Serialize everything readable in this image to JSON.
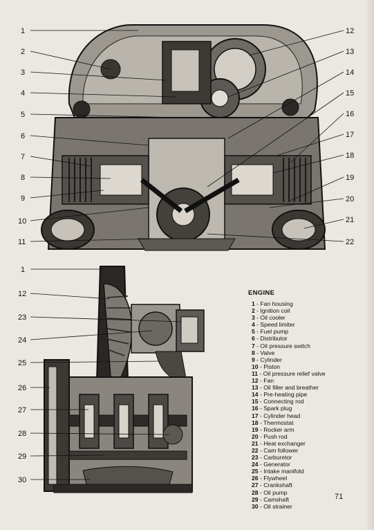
{
  "page_number": "71",
  "legend": {
    "title": "ENGINE",
    "items": [
      {
        "n": "1",
        "text": "Fan housing"
      },
      {
        "n": "2",
        "text": "Ignition coil"
      },
      {
        "n": "3",
        "text": "Oil cooler"
      },
      {
        "n": "4",
        "text": "Speed limiter"
      },
      {
        "n": "5",
        "text": "Fuel pump"
      },
      {
        "n": "6",
        "text": "Distributor"
      },
      {
        "n": "7",
        "text": "Oil pressure switch"
      },
      {
        "n": "8",
        "text": "Valve"
      },
      {
        "n": "9",
        "text": "Cylinder"
      },
      {
        "n": "10",
        "text": "Piston"
      },
      {
        "n": "11",
        "text": "Oil pressure relief valve"
      },
      {
        "n": "12",
        "text": "Fan"
      },
      {
        "n": "13",
        "text": "Oil filler and breather"
      },
      {
        "n": "14",
        "text": "Pre-heating pipe"
      },
      {
        "n": "15",
        "text": "Connecting rod"
      },
      {
        "n": "16",
        "text": "Spark plug"
      },
      {
        "n": "17",
        "text": "Cylinder head"
      },
      {
        "n": "18",
        "text": "Thermostat"
      },
      {
        "n": "19",
        "text": "Rocker arm"
      },
      {
        "n": "20",
        "text": "Push rod"
      },
      {
        "n": "21",
        "text": "Heat exchanger"
      },
      {
        "n": "22",
        "text": "Cam follower"
      },
      {
        "n": "23",
        "text": "Carburetor"
      },
      {
        "n": "24",
        "text": "Generator"
      },
      {
        "n": "25",
        "text": "Intake manifold"
      },
      {
        "n": "26",
        "text": "Flywheel"
      },
      {
        "n": "27",
        "text": "Crankshaft"
      },
      {
        "n": "28",
        "text": "Oil pump"
      },
      {
        "n": "29",
        "text": "Camshaft"
      },
      {
        "n": "30",
        "text": "Oil strainer"
      }
    ]
  },
  "front_view_callouts": {
    "left": [
      "1",
      "2",
      "3",
      "4",
      "5",
      "6",
      "7",
      "8",
      "9",
      "10",
      "11"
    ],
    "right": [
      "12",
      "13",
      "14",
      "15",
      "16",
      "17",
      "18",
      "19",
      "20",
      "21",
      "22"
    ]
  },
  "side_view_callouts": [
    "1",
    "12",
    "23",
    "24",
    "25",
    "26",
    "27",
    "28",
    "29",
    "30"
  ]
}
